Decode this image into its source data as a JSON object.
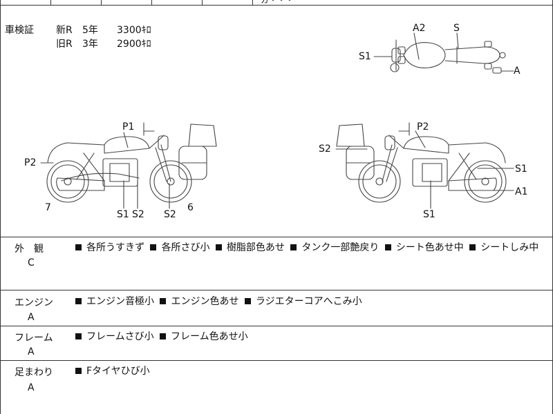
{
  "header": {
    "fragment": "ガ・・・"
  },
  "inspection": {
    "title": "車検証",
    "rows": [
      {
        "type": "新R",
        "years": "5年",
        "distance": "3300ｷﾛ"
      },
      {
        "type": "旧R",
        "years": "3年",
        "distance": "2900ｷﾛ"
      }
    ]
  },
  "diagram": {
    "top_view": {
      "a2": "A2",
      "s": "S",
      "s1": "S1",
      "a": "A"
    },
    "left_view": {
      "p1": "P1",
      "p2": "P2",
      "s1": "S1",
      "s2a": "S2",
      "s2b": "S2",
      "n7": "7",
      "n6": "6"
    },
    "right_view": {
      "p2": "P2",
      "s2": "S2",
      "s1a": "S1",
      "s1b": "S1",
      "a1": "A1"
    }
  },
  "sections": [
    {
      "title": "外　観",
      "grade": "C",
      "items": [
        "各所うすきず",
        "各所さび小",
        "樹脂部色あせ",
        "タンク一部艶戻り",
        "シート色あせ中",
        "シートしみ中"
      ]
    },
    {
      "title": "エンジン",
      "grade": "A",
      "items": [
        "エンジン音極小",
        "エンジン色あせ",
        "ラジエターコアへこみ小"
      ]
    },
    {
      "title": "フレーム",
      "grade": "A",
      "items": [
        "フレームさび小",
        "フレーム色あせ小"
      ]
    },
    {
      "title": "足まわり",
      "grade": "A",
      "items": [
        "Fタイヤひび小"
      ]
    }
  ]
}
